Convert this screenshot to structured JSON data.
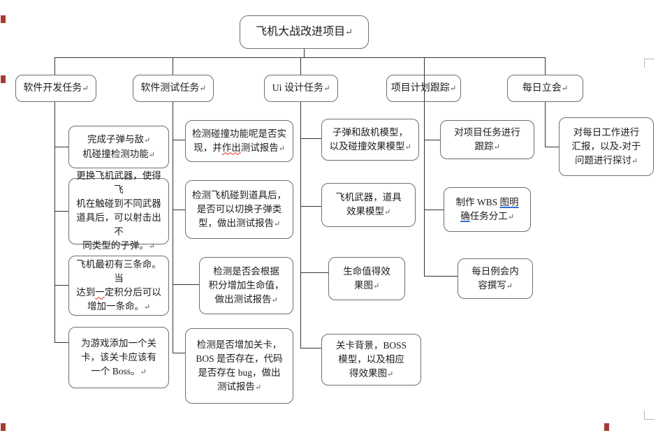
{
  "colors": {
    "page_bg": "#ffffff",
    "text_black": "#1c1c1c",
    "border_gray": "#6e6e6e",
    "line_dark": "#333333",
    "ret_gray": "#4a4a4a",
    "wavy_red": "#e02b20",
    "underline_blue": "#2e6fdf",
    "marker_red": "#a63a32",
    "crop_gray": "#b5b5b5"
  },
  "tree": {
    "root": {
      "lines": [
        [
          {
            "t": "飞机大战改进项目"
          },
          {
            "t": "↵",
            "m": "ret"
          }
        ]
      ]
    },
    "branches": [
      {
        "title_lines": [
          [
            {
              "t": "软件开发任务"
            },
            {
              "t": "↵",
              "m": "ret"
            }
          ]
        ],
        "children": [
          {
            "lines": [
              [
                {
                  "t": "完成子弹与敌"
                },
                {
                  "t": "↵",
                  "m": "ret"
                }
              ],
              [
                {
                  "t": "机碰撞检测功能"
                },
                {
                  "t": "↵",
                  "m": "ret"
                }
              ]
            ]
          },
          {
            "lines": [
              [
                {
                  "t": "更换飞机武器，使得飞"
                }
              ],
              [
                {
                  "t": "机在触碰到不同武器"
                }
              ],
              [
                {
                  "t": "道具后，可以射击出不"
                }
              ],
              [
                {
                  "t": "同类型的子弹。"
                },
                {
                  "t": "↵",
                  "m": "ret"
                }
              ]
            ]
          },
          {
            "lines": [
              [
                {
                  "t": "飞机最初有三条命。当"
                }
              ],
              [
                {
                  "t": "达到"
                },
                {
                  "t": "一",
                  "m": "sp"
                },
                {
                  "t": "定积分后可以"
                }
              ],
              [
                {
                  "t": "增加一条命。"
                },
                {
                  "t": "↵",
                  "m": "ret"
                }
              ]
            ]
          },
          {
            "lines": [
              [
                {
                  "t": "为游戏添加一个关"
                }
              ],
              [
                {
                  "t": "卡，该关卡应该有"
                }
              ],
              [
                {
                  "t": "一个 Boss。"
                },
                {
                  "t": "↵",
                  "m": "ret"
                }
              ]
            ]
          }
        ]
      },
      {
        "title_lines": [
          [
            {
              "t": "软件测试任务"
            },
            {
              "t": "↵",
              "m": "ret"
            }
          ]
        ],
        "children": [
          {
            "lines": [
              [
                {
                  "t": "检测碰撞功能呢是否实"
                }
              ],
              [
                {
                  "t": "现，并"
                },
                {
                  "t": "作出",
                  "m": "sp"
                },
                {
                  "t": "测试报告"
                },
                {
                  "t": "↵",
                  "m": "ret"
                }
              ]
            ]
          },
          {
            "lines": [
              [
                {
                  "t": "检测飞机碰到道具后，"
                }
              ],
              [
                {
                  "t": "是否可以切换子弹类"
                }
              ],
              [
                {
                  "t": "型，做出测试报告"
                },
                {
                  "t": "↵",
                  "m": "ret"
                }
              ]
            ]
          },
          {
            "lines": [
              [
                {
                  "t": "检测是否会根据"
                }
              ],
              [
                {
                  "t": "积分增加生命值，"
                }
              ],
              [
                {
                  "t": "做出测试报告"
                },
                {
                  "t": "↵",
                  "m": "ret"
                }
              ]
            ]
          },
          {
            "lines": [
              [
                {
                  "t": "检测是否增加关卡，"
                }
              ],
              [
                {
                  "t": "BOS 是否存在，代码"
                }
              ],
              [
                {
                  "t": "是否存在 bug，做出"
                }
              ],
              [
                {
                  "t": "测试报告"
                },
                {
                  "t": "↵",
                  "m": "ret"
                }
              ]
            ]
          }
        ]
      },
      {
        "title_lines": [
          [
            {
              "t": "Ui 设计任务"
            },
            {
              "t": "↵",
              "m": "ret"
            }
          ]
        ],
        "children": [
          {
            "lines": [
              [
                {
                  "t": "子弹和敌机模型，"
                }
              ],
              [
                {
                  "t": "以及碰撞效果模型"
                },
                {
                  "t": "↵",
                  "m": "ret"
                }
              ]
            ]
          },
          {
            "lines": [
              [
                {
                  "t": "飞机武器，道具"
                }
              ],
              [
                {
                  "t": "效果模型"
                },
                {
                  "t": "↵",
                  "m": "ret"
                }
              ]
            ]
          },
          {
            "lines": [
              [
                {
                  "t": "生命值得效"
                }
              ],
              [
                {
                  "t": "果图"
                },
                {
                  "t": "↵",
                  "m": "ret"
                }
              ]
            ]
          },
          {
            "lines": [
              [
                {
                  "t": "关卡背景，BOSS"
                }
              ],
              [
                {
                  "t": "模型，以及相应"
                }
              ],
              [
                {
                  "t": "得效果图"
                },
                {
                  "t": "↵",
                  "m": "ret"
                }
              ]
            ]
          }
        ]
      },
      {
        "title_lines": [
          [
            {
              "t": "项目计划跟踪"
            },
            {
              "t": "↵",
              "m": "ret"
            }
          ]
        ],
        "children": [
          {
            "lines": [
              [
                {
                  "t": "对项目任务进行"
                }
              ],
              [
                {
                  "t": "跟踪"
                },
                {
                  "t": "↵",
                  "m": "ret"
                }
              ]
            ]
          },
          {
            "lines": [
              [
                {
                  "t": "制作 WBS "
                },
                {
                  "t": "图明",
                  "m": "ub"
                }
              ],
              [
                {
                  "t": "确",
                  "m": "ub"
                },
                {
                  "t": "任务分工"
                },
                {
                  "t": "↵",
                  "m": "ret"
                }
              ]
            ]
          },
          {
            "lines": [
              [
                {
                  "t": "每日例会内"
                }
              ],
              [
                {
                  "t": "容撰写"
                },
                {
                  "t": "↵",
                  "m": "ret"
                }
              ]
            ]
          }
        ]
      },
      {
        "title_lines": [
          [
            {
              "t": "每日立会"
            },
            {
              "t": "↵",
              "m": "ret"
            }
          ]
        ],
        "children": [
          {
            "lines": [
              [
                {
                  "t": "对每日工作进行"
                }
              ],
              [
                {
                  "t": "汇报，以及-对于"
                }
              ],
              [
                {
                  "t": "问题进行探讨"
                },
                {
                  "t": "↵",
                  "m": "ret"
                }
              ]
            ]
          }
        ]
      }
    ]
  }
}
